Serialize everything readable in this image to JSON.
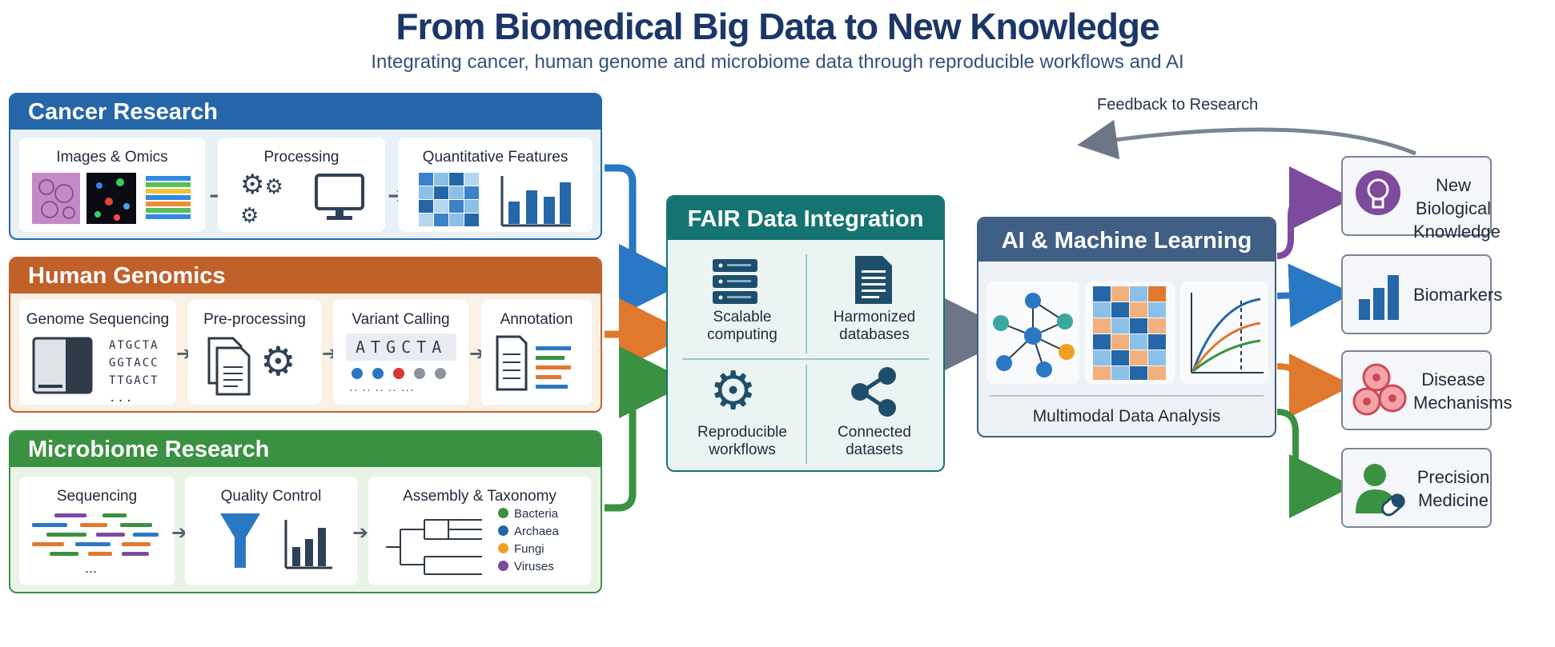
{
  "header": {
    "title": "From Biomedical Big Data to New Knowledge",
    "subtitle": "Integrating cancer, human genome and microbiome data through reproducible workflows and AI"
  },
  "colors": {
    "cancer": "#2566a8",
    "genomics": "#c2602a",
    "microbiome": "#3b9142",
    "fair": "#157472",
    "ai": "#3f5f85"
  },
  "cancer": {
    "title": "Cancer Research",
    "steps": [
      "Images & Omics",
      "Processing",
      "Quantitative Features"
    ]
  },
  "genomics": {
    "title": "Human Genomics",
    "steps": [
      "Genome Sequencing",
      "Pre-processing",
      "Variant Calling",
      "Annotation"
    ],
    "sequence_lines": [
      "ATGCTA",
      "GGTACC",
      "TTGACT",
      "..."
    ],
    "variant_sequence": "ATGCTA",
    "dots": "··  ··  ··  ··  ···"
  },
  "microbiome": {
    "title": "Microbiome Research",
    "steps": [
      "Sequencing",
      "Quality Control",
      "Assembly & Taxonomy"
    ],
    "ellipsis": "...",
    "legend": [
      {
        "label": "Bacteria",
        "color": "#3b9142"
      },
      {
        "label": "Archaea",
        "color": "#2566a8"
      },
      {
        "label": "Fungi",
        "color": "#f0a020"
      },
      {
        "label": "Viruses",
        "color": "#7d4a9e"
      }
    ]
  },
  "fair": {
    "title": "FAIR Data Integration",
    "cells": [
      "Scalable\ncomputing",
      "Harmonized\ndatabases",
      "Reproducible\nworkflows",
      "Connected\ndatasets"
    ]
  },
  "ai": {
    "title": "AI & Machine Learning",
    "caption": "Multimodal Data Analysis"
  },
  "feedback": "Feedback to Research",
  "outputs": [
    "New Biological\nKnowledge",
    "Biomarkers",
    "Disease\nMechanisms",
    "Precision\nMedicine"
  ]
}
